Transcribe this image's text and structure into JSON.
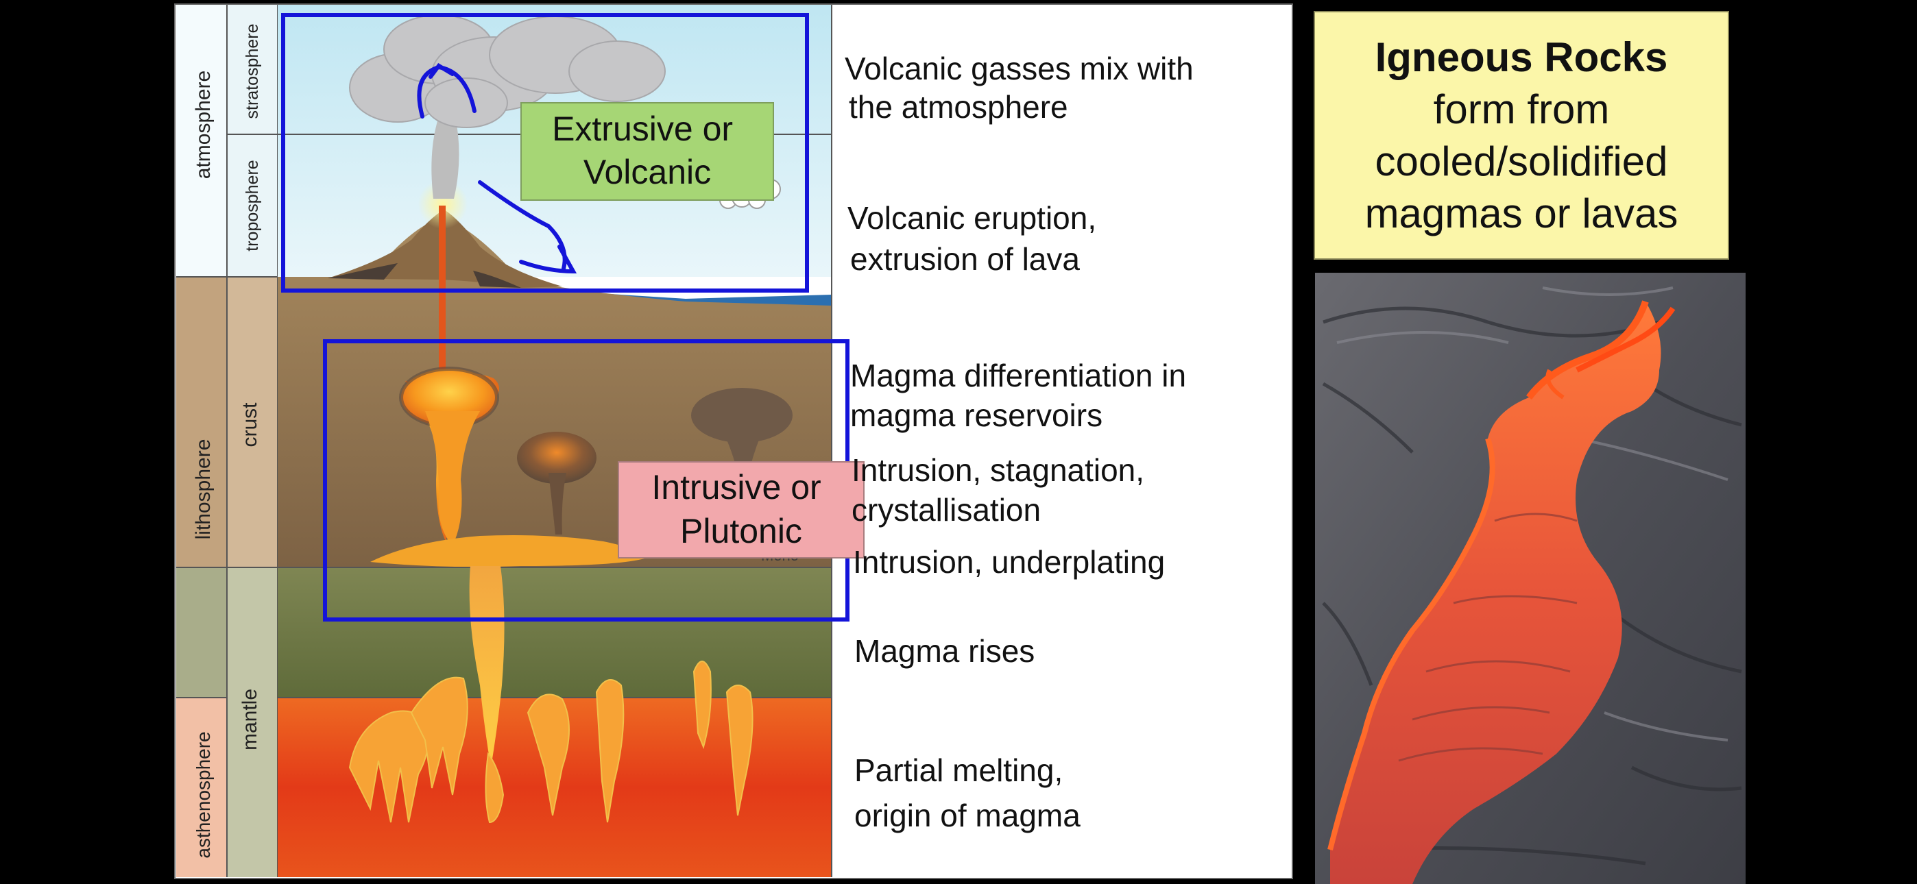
{
  "layers": {
    "atmosphere": "atmosphere",
    "stratosphere": "stratosphere",
    "troposphere": "troposphere",
    "lithosphere": "lithosphere",
    "crust": "crust",
    "mantle": "mantle",
    "asthenosphere": "asthenosphere",
    "moho": "Moho"
  },
  "tags": {
    "extrusive": [
      "Extrusive or",
      "Volcanic"
    ],
    "intrusive": [
      "Intrusive or",
      "Plutonic"
    ]
  },
  "descriptions": {
    "gasses": [
      "Volcanic gasses mix with",
      "the atmosphere"
    ],
    "eruption": [
      "Volcanic eruption,",
      "extrusion of lava"
    ],
    "differentiation": [
      "Magma differentiation in",
      "magma reservoirs"
    ],
    "stagnation": [
      "Intrusion, stagnation,",
      "crystallisation"
    ],
    "underplating": "Intrusion, underplating",
    "rises": "Magma rises",
    "melting": [
      "Partial melting,",
      "origin of magma"
    ]
  },
  "title_card": {
    "heading": "Igneous Rocks",
    "lines": [
      "form from",
      "cooled/solidified",
      "magmas or lavas"
    ]
  },
  "colors": {
    "annotation_blue": "#1414d9",
    "extrusive_box": "#a6d675",
    "intrusive_box": "#f2a8ac",
    "title_card": "#fbf6a9",
    "magma": "#f28a1c",
    "mantle_red": "#e8321a"
  },
  "photo": {
    "subject": "lava-flow-photo"
  }
}
